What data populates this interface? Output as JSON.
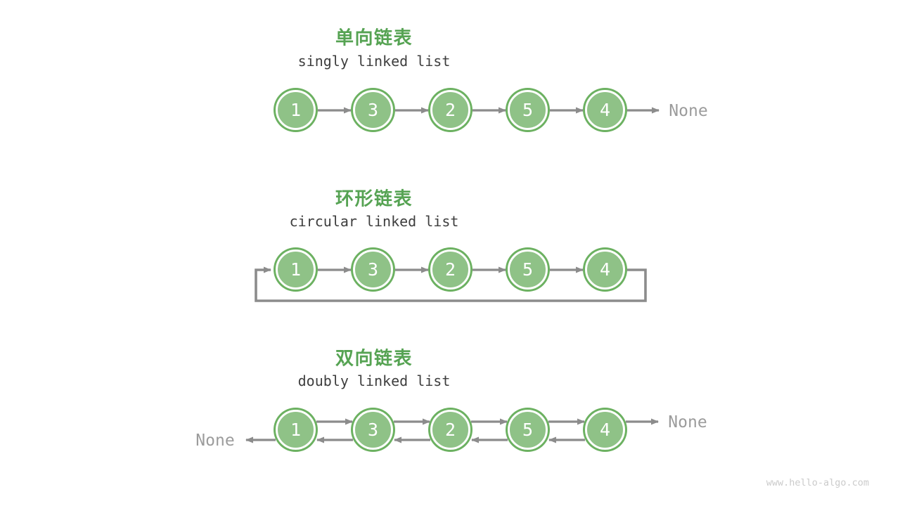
{
  "page": {
    "footer": "www.hello-algo.com"
  },
  "colors": {
    "background": "#ffffff",
    "node_fill": "#8FC287",
    "node_ring": "#6CB161",
    "title_green": "#56A353",
    "subtitle_dark": "#3E3E3E",
    "arrow_gray": "#8C8C8C",
    "none_gray": "#9C9C9C",
    "footer_gray": "#CBCBCB"
  },
  "sections": [
    {
      "id": "singly",
      "title": "单向链表",
      "subtitle": "singly linked list",
      "nodes": [
        "1",
        "3",
        "2",
        "5",
        "4"
      ],
      "tail_label": "None"
    },
    {
      "id": "circular",
      "title": "环形链表",
      "subtitle": "circular linked list",
      "nodes": [
        "1",
        "3",
        "2",
        "5",
        "4"
      ]
    },
    {
      "id": "doubly",
      "title": "双向链表",
      "subtitle": "doubly linked list",
      "nodes": [
        "1",
        "3",
        "2",
        "5",
        "4"
      ],
      "head_label": "None",
      "tail_label": "None"
    }
  ]
}
